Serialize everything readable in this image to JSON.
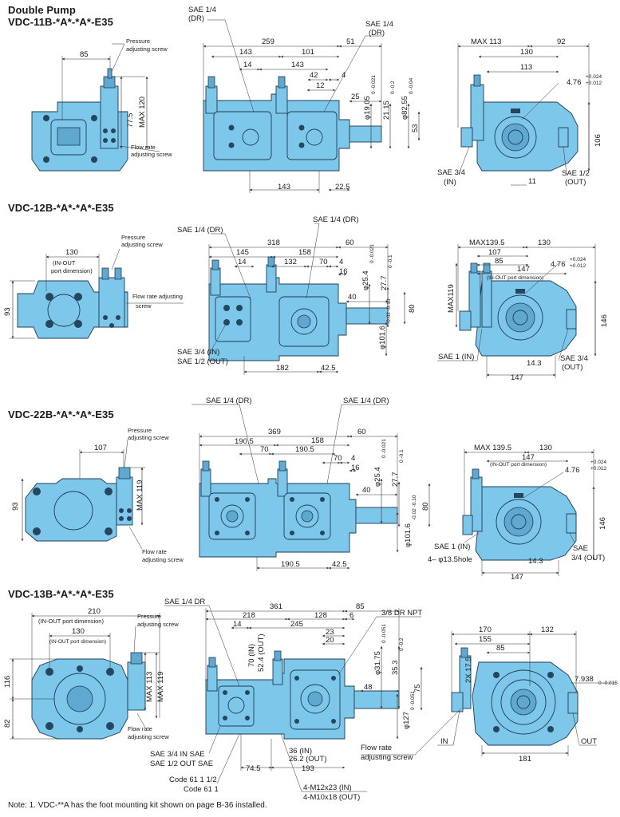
{
  "title_lines": [
    "Double Pump"
  ],
  "note": "Note:    1. VDC-**A has the foot mounting kit shown on page B-36 installed.",
  "sections": [
    {
      "model": "VDC-11B-*A*-*A*-E35",
      "labels": {
        "s85": "85",
        "pressure": "Pressure",
        "adj1": "adjusting screw",
        "max120": "MAX 120",
        "v775": "77.5",
        "flow": "Flow rate",
        "adj2": "adjusting screw",
        "sae14dr_a": "SAE 1/4",
        "dr_a": "(DR)",
        "sae14dr_b": "SAE 1/4",
        "dr_b": "(DR)",
        "s259": "259",
        "s51": "51",
        "s143a": "143",
        "s101": "101",
        "s14": "14",
        "s143b": "143",
        "s42": "42",
        "s4": "4",
        "s12": "12",
        "s25": "25",
        "phi1905": "φ19.05",
        "phi1905t": "0   -0.021",
        "d2115": "21.15",
        "d2115t": "0   -0.2",
        "phi8255": "φ82.55",
        "phi8255t": "0   -0.04",
        "s53": "53",
        "s143c": "143",
        "s225": "22.5",
        "max113": "MAX 113",
        "s92": "92",
        "s130": "130",
        "s113": "113",
        "k476": "4.76",
        "k476t1": "+0.024",
        "k476t2": "+0.012",
        "s106": "106",
        "sae34": "SAE 3/4",
        "in": "(IN)",
        "s11": "11",
        "sae12": "SAE 1/2",
        "out": "(OUT)"
      }
    },
    {
      "model": "VDC-12B-*A*-*A*-E35",
      "labels": {
        "s130": "130",
        "inout1": "(IN-OUT",
        "inout2": "port dimension)",
        "s93": "93",
        "pressure": "Pressure",
        "adj1": "adjusting screw",
        "flow": "Flow rate adjusting",
        "screw": "screw",
        "sae14dr_a": "SAE 1/4 (DR)",
        "sae14dr_b": "SAE 1/4 (DR)",
        "s318": "318",
        "s60": "60",
        "s145": "145",
        "s158": "158",
        "s14": "14",
        "s132": "132",
        "s70": "70",
        "s4": "4",
        "s16": "16",
        "s40": "40",
        "s80": "80",
        "phi254": "φ25.4",
        "phi254t": "0   -0.021",
        "d277": "27.7",
        "d277t": "0   -0.1",
        "phi1016": "φ101.6",
        "phi1016t": "-0.02  -0.10",
        "sae34in": "SAE 3/4 (IN)",
        "sae12out": "SAE 1/2 (OUT)",
        "s182": "182",
        "s425": "42.5",
        "max1395": "MAX139.5",
        "s130b": "130",
        "s107": "107",
        "s85": "85",
        "s147a": "147",
        "inoutr": "(IN-OUT port dimension)",
        "k476": "4.76",
        "k476t1": "+0.024",
        "k476t2": "+0.012",
        "max119": "MAX119",
        "s146": "146",
        "sae1in": "SAE 1 (IN)",
        "s143": "14.3",
        "sae34r": "SAE 3/4",
        "outr": "(OUT)",
        "s147b": "147"
      }
    },
    {
      "model": "VDC-22B-*A*-*A*-E35",
      "labels": {
        "s107": "107",
        "pressure": "Pressure",
        "adj1": "adjusting screw",
        "s93": "93",
        "max119": "MAX 119",
        "flow": "Flow rate",
        "adj2": "adjusting screw",
        "sae14dr_a": "SAE 1/4 (DR)",
        "sae14dr_b": "SAE 1/4 (DR)",
        "s369": "369",
        "s60": "60",
        "s1905a": "190.5",
        "s158": "158",
        "s70a": "70",
        "s1905b": "190.5",
        "s70b": "70",
        "s4": "4",
        "s16": "16",
        "s40": "40",
        "s80": "80",
        "phi254": "φ25.4",
        "phi254t": "0   -0.021",
        "d277": "27.7",
        "d277t": "0   -0.1",
        "phi1016": "φ101.6",
        "phi1016t": "-0.02  -0.10",
        "s1905c": "190.5",
        "s425": "42.5",
        "max1395": "MAX 139.5",
        "s130": "130",
        "s147a": "147",
        "inoutr": "(IN-OUT port dimension)",
        "k476": "4.76",
        "k476t1": "+0.024",
        "k476t2": "+0.012",
        "s146": "146",
        "sae1in": "SAE 1 (IN)",
        "hole": "4– φ13.5hole",
        "s143": "14.3",
        "sae": "SAE",
        "s34out": "3/4 (OUT)",
        "s147b": "147"
      }
    },
    {
      "model": "VDC-13B-*A*-*A*-E35",
      "labels": {
        "s210": "210",
        "inout1": "(IN-OUT port dimension)",
        "s130": "130",
        "inout2": "(IN-OUT port dimension)",
        "pressure": "Pressure",
        "adj1": "adjusting screw",
        "s116": "116",
        "s82": "82",
        "max113": "MAX 113",
        "max119": "MAX 119",
        "flow": "Flow rate",
        "adj2": "adjusting screw",
        "sae14dr": "SAE 1/4 DR",
        "s361": "361",
        "s85": "85",
        "s218": "218",
        "s128": "128",
        "s6": "6",
        "s14": "14",
        "s245": "245",
        "s38": "3/8 DR NPT",
        "s23": "23",
        "s20": "20",
        "in70": "70 (IN)",
        "out524": "52.4 (OUT)",
        "phi3175": "φ31.75",
        "phi3175t": "0   -0.051",
        "d353": "35.3",
        "d353t": "0   -0.2",
        "s48": "48",
        "s75": "75",
        "phi127": "φ127",
        "phi127t": "0   -0.051",
        "sae34in": "SAE 3/4 IN SAE",
        "sae12out": "SAE 1/2 OUT SAE",
        "in36": "36 (IN)",
        "out262": "26.2 (OUT)",
        "s745": "74.5",
        "s193": "193",
        "code1": "Code 61 1 1/2",
        "code2": "Code 61 1",
        "m12": "4-M12x23 (IN)",
        "m10": "4-M10x18 (OUT)",
        "s170": "170",
        "s132": "132",
        "s155": "155",
        "s85b": "85",
        "k2x": "2X 17.5",
        "k7938": "7.938",
        "k7938t": "0   -0.015",
        "in": "IN",
        "flowr": "Flow rate",
        "adjr": "adjusting screw",
        "outr": "OUT",
        "s181": "181"
      }
    }
  ]
}
